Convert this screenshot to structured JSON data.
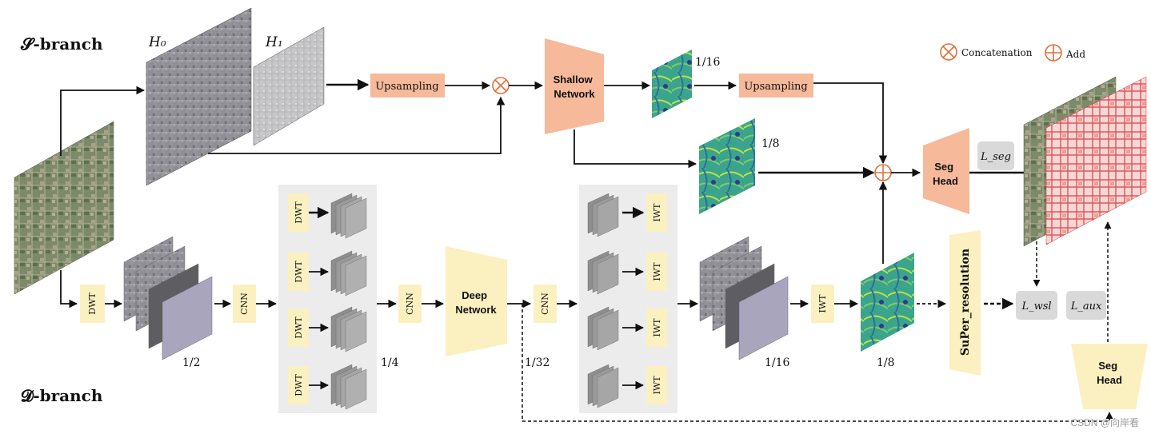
{
  "branches": {
    "s_branch": "𝓢-branch",
    "d_branch": "𝓓-branch"
  },
  "legend": {
    "concat_label": "Concatenation",
    "add_label": "Add",
    "symbol_color": "#e0703a"
  },
  "labels": {
    "h0": "H₀",
    "h1": "H₁",
    "upsampling_1": "Upsampling",
    "upsampling_2": "Upsampling",
    "shallow_network": [
      "Shallow",
      "Network"
    ],
    "deep_network": [
      "Deep",
      "Network"
    ],
    "seg_head_top": [
      "Seg",
      "Head"
    ],
    "seg_head_bottom": [
      "Seg",
      "Head"
    ],
    "super_resolution": "SuPer_resolution",
    "dwt": "DWT",
    "iwt": "IWT",
    "cnn": "CNN",
    "loss_seg": "L_seg",
    "loss_wsl": "L_wsl",
    "loss_aux": "L_aux",
    "scale_1_16_top": "1/16",
    "scale_1_8_top": "1/8",
    "scale_1_2": "1/2",
    "scale_1_4": "1/4",
    "scale_1_32": "1/32",
    "scale_1_16_bottom": "1/16",
    "scale_1_8_bottom": "1/8",
    "watermark": "CSDN @向岸看"
  },
  "colors": {
    "orange_block": "#f6b99a",
    "yellow_block": "#fbf0c0",
    "gray_panel": "#ececec",
    "loss_box": "#d9d9d9",
    "line": "#111111"
  }
}
